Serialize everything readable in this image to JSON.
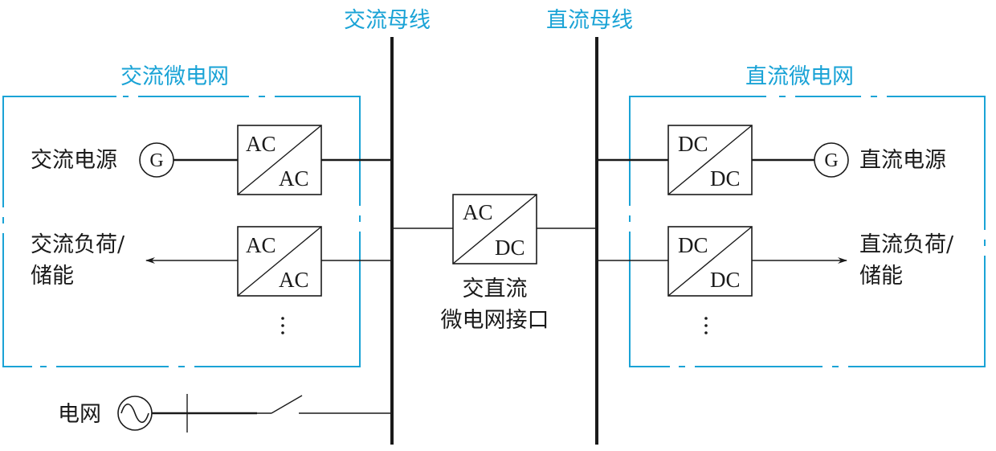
{
  "diagram": {
    "colors": {
      "accent": "#1aa3d6",
      "line": "#1a1a1a",
      "background": "#ffffff"
    },
    "buses": {
      "ac_bus_label": "交流母线",
      "dc_bus_label": "直流母线"
    },
    "ac_microgrid": {
      "title": "交流微电网",
      "source_label": "交流电源",
      "source_symbol": "G",
      "load_label_line1": "交流负荷/",
      "load_label_line2": "储能",
      "converters": [
        {
          "top": "AC",
          "bottom": "AC"
        },
        {
          "top": "AC",
          "bottom": "AC"
        }
      ],
      "more": "⋮"
    },
    "dc_microgrid": {
      "title": "直流微电网",
      "source_label": "直流电源",
      "source_symbol": "G",
      "load_label_line1": "直流负荷/",
      "load_label_line2": "储能",
      "converters": [
        {
          "top": "DC",
          "bottom": "DC"
        },
        {
          "top": "DC",
          "bottom": "DC"
        }
      ],
      "more": "⋮"
    },
    "interface": {
      "converter": {
        "top": "AC",
        "bottom": "DC"
      },
      "label_line1": "交直流",
      "label_line2": "微电网接口"
    },
    "grid": {
      "label": "电网",
      "source_icon": "ac-source-sine-icon",
      "switch_state": "open"
    }
  }
}
